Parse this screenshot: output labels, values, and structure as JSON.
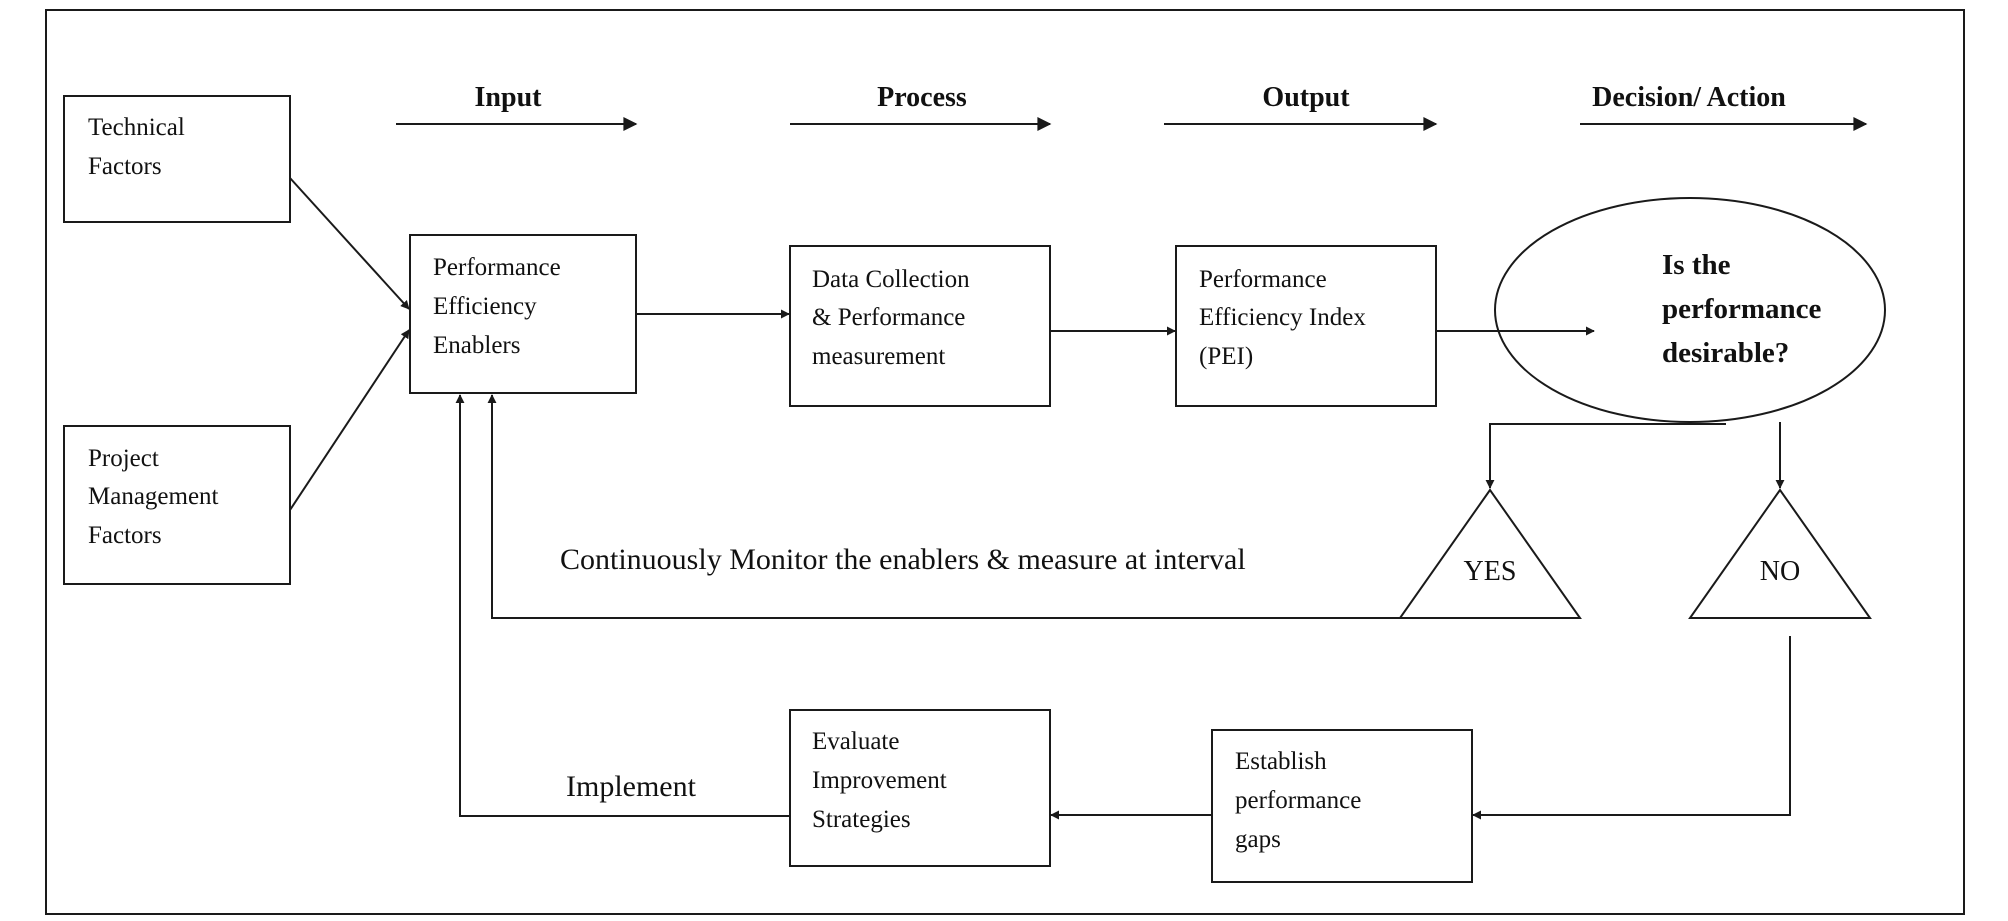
{
  "stages": {
    "input": "Input",
    "process": "Process",
    "output": "Output",
    "decision": "Decision/ Action"
  },
  "nodes": {
    "technical": [
      "Technical",
      "Factors"
    ],
    "project_mgmt": [
      "Project",
      "Management",
      "Factors"
    ],
    "enablers": [
      "Performance",
      "Efficiency",
      "Enablers"
    ],
    "data_collection": [
      "Data Collection",
      "& Performance",
      "measurement"
    ],
    "pei": [
      "Performance",
      "Efficiency Index",
      "(PEI)"
    ],
    "decision": [
      "Is the",
      "performance",
      "desirable?"
    ],
    "yes": "YES",
    "no": "NO",
    "gaps": [
      "Establish",
      "performance",
      "gaps"
    ],
    "evaluate": [
      "Evaluate",
      "Improvement",
      "Strategies"
    ]
  },
  "labels": {
    "monitor": "Continuously Monitor the enablers & measure at interval",
    "implement": "Implement"
  }
}
